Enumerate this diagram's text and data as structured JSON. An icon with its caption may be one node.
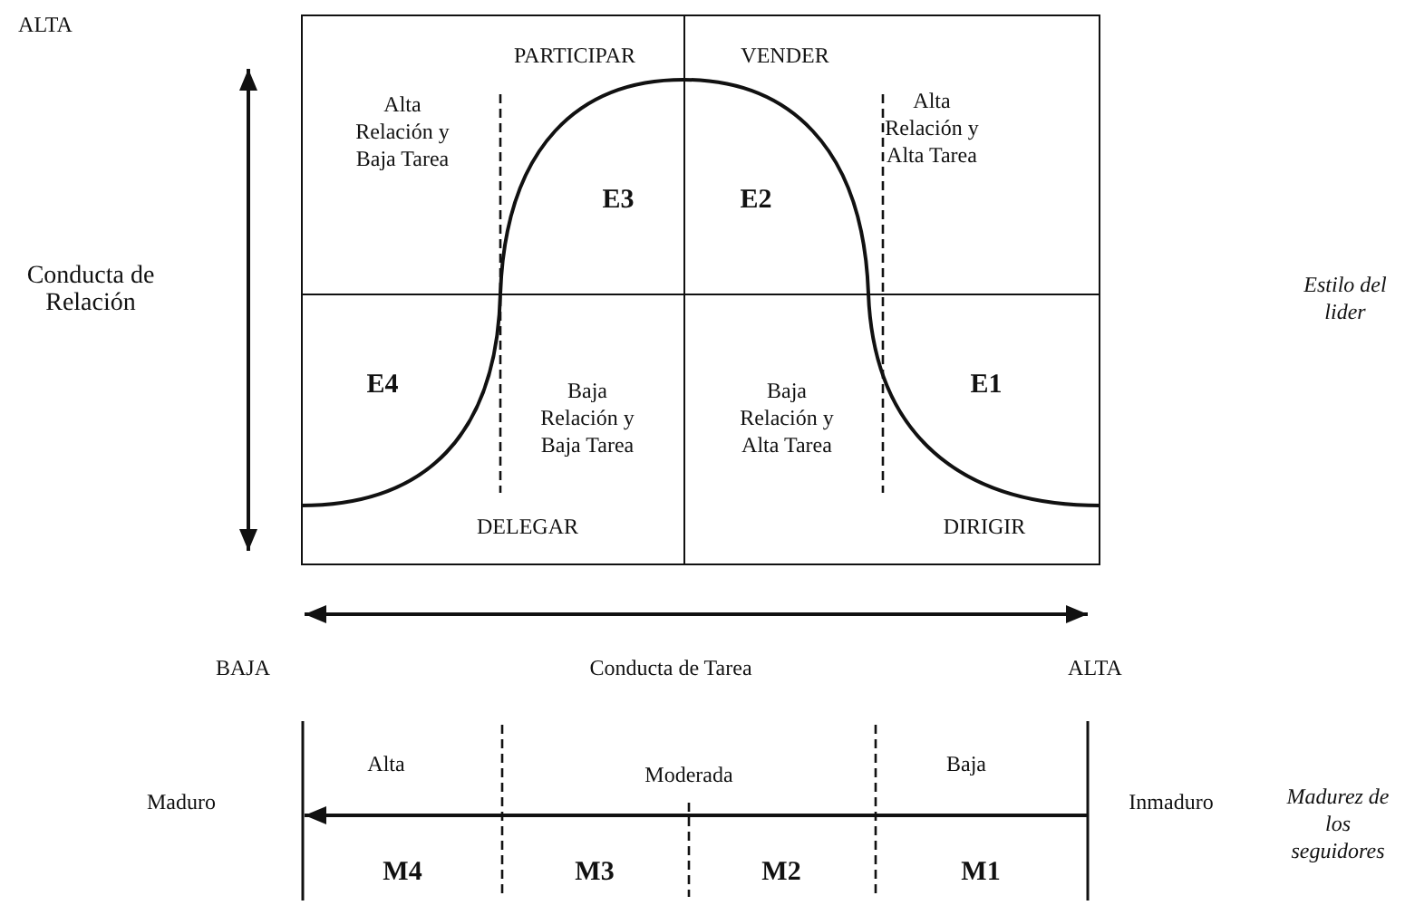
{
  "diagram": {
    "nodes": [
      {
        "text": [
          "PARTICIPAR",
          "Alta Relación y Baja Tarea",
          "E3"
        ]
      },
      {
        "text": [
          "VENDER",
          "Alta Relación y Alta Tarea",
          "E2"
        ]
      },
      {
        "text": [
          "E4",
          "Baja Relación y Baja Tarea",
          "DELEGAR"
        ]
      },
      {
        "text": [
          "Baja Relación y Alta Tarea",
          "E1",
          "DIRIGIR"
        ]
      }
    ],
    "labels": [
      "ALTA",
      "Conducta de Relación",
      "Estilo del lider",
      "BAJA",
      "Conducta de Tarea",
      "ALTA",
      "Alta",
      "Moderada",
      "Baja",
      "Maduro",
      "Inmaduro",
      "Madurez de los seguidores",
      "M4",
      "M3",
      "M2",
      "M1"
    ]
  }
}
